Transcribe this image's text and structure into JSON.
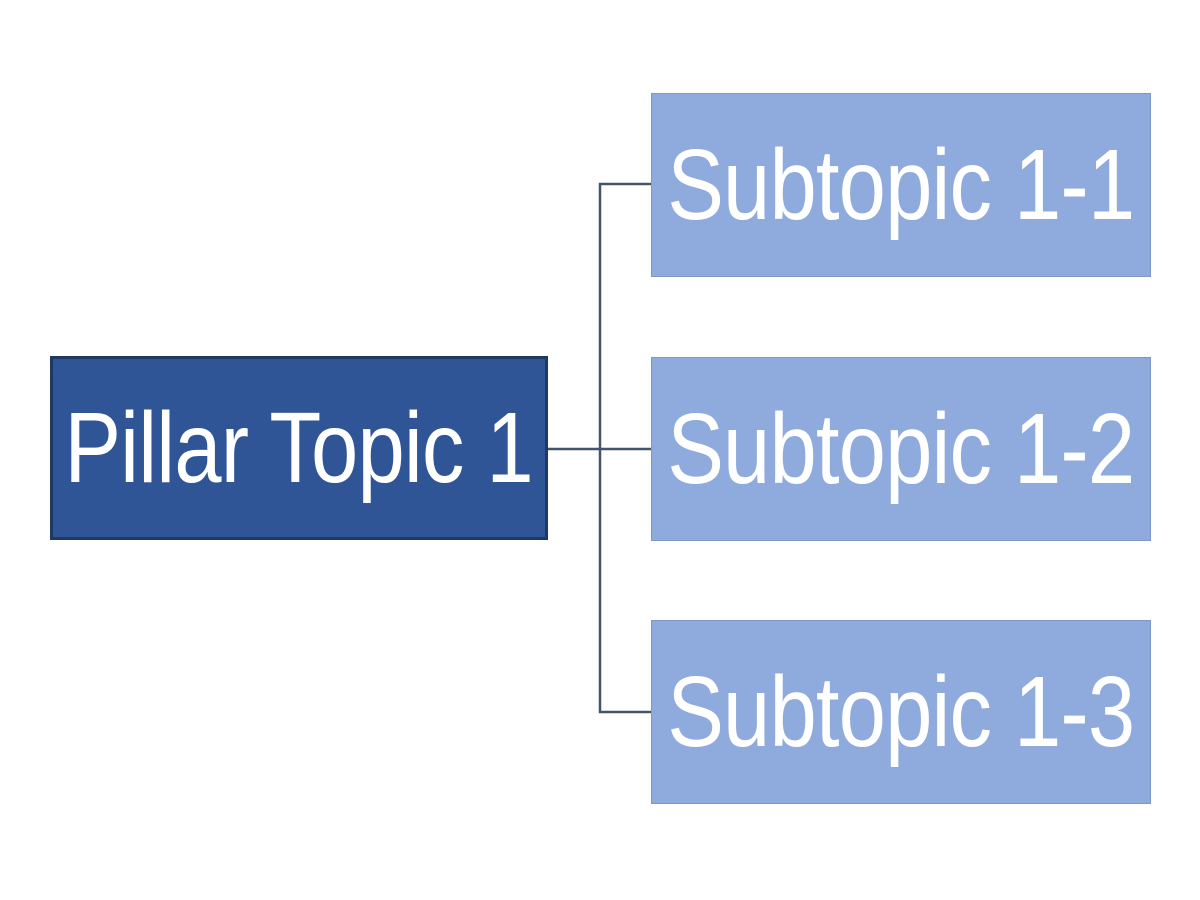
{
  "diagram": {
    "kind": "hierarchy-list",
    "pillar": {
      "label": "Pillar Topic 1"
    },
    "subtopics": [
      {
        "label": "Subtopic 1-1"
      },
      {
        "label": "Subtopic 1-2"
      },
      {
        "label": "Subtopic 1-3"
      }
    ]
  },
  "colors": {
    "background": "#FFFFFF",
    "pillar_fill": "#2F5597",
    "pillar_border": "#1F3864",
    "subtopic_fill": "#8FAADC",
    "subtopic_border": "#7F97C5",
    "connector": "#44546A",
    "text": "#FFFFFF"
  }
}
